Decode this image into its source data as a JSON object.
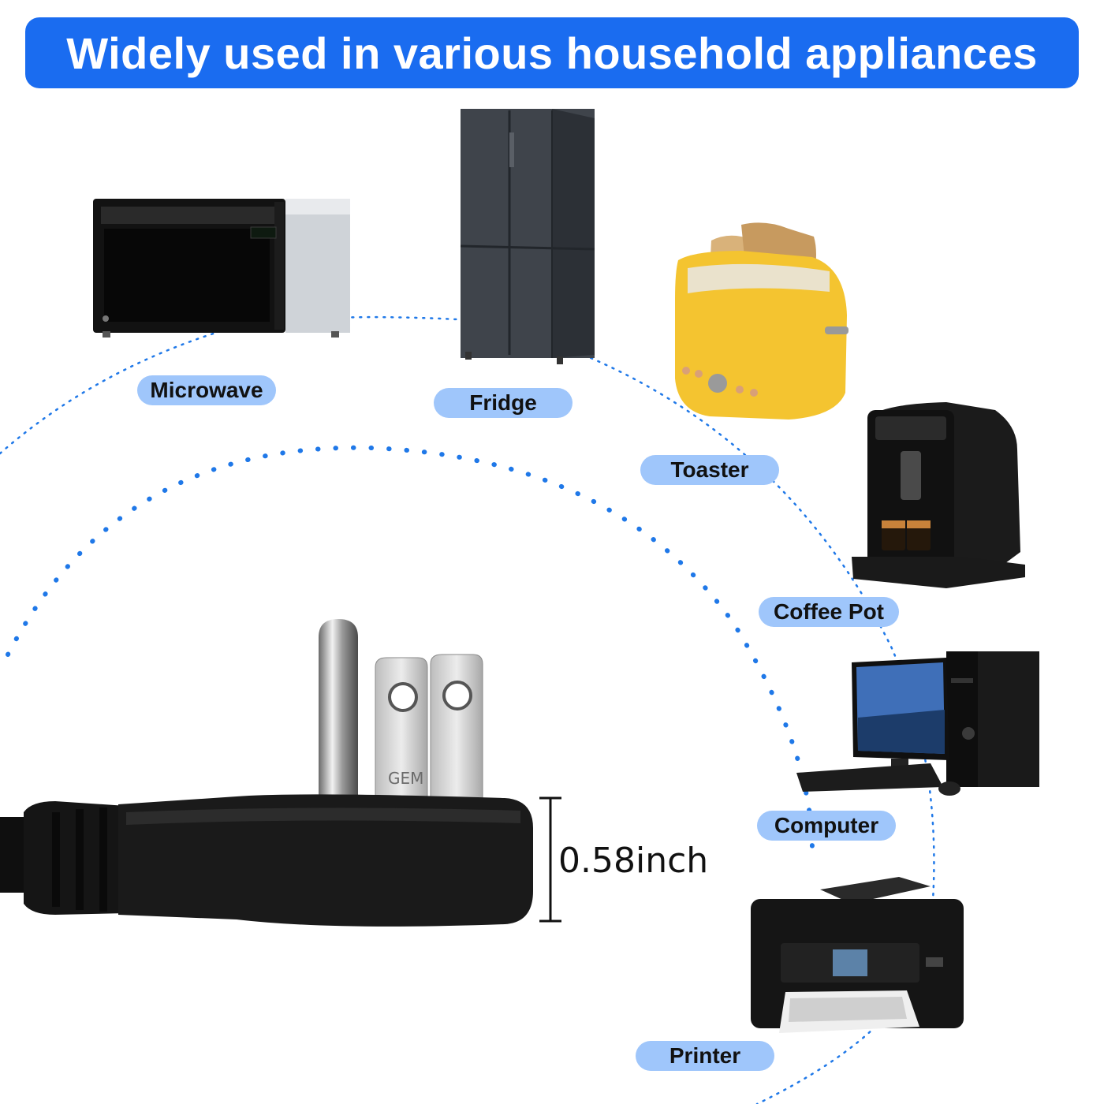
{
  "banner": {
    "title": "Widely used in various household appliances"
  },
  "appliances": {
    "microwave": "Microwave",
    "fridge": "Fridge",
    "toaster": "Toaster",
    "coffee_pot": "Coffee Pot",
    "computer": "Computer",
    "printer": "Printer"
  },
  "plug": {
    "height_label": "0.58inch",
    "prong_marking": "GEM"
  },
  "colors": {
    "banner": "#1a6cf0",
    "label_bg": "#9fc6fb",
    "dots": "#1f78e8"
  }
}
